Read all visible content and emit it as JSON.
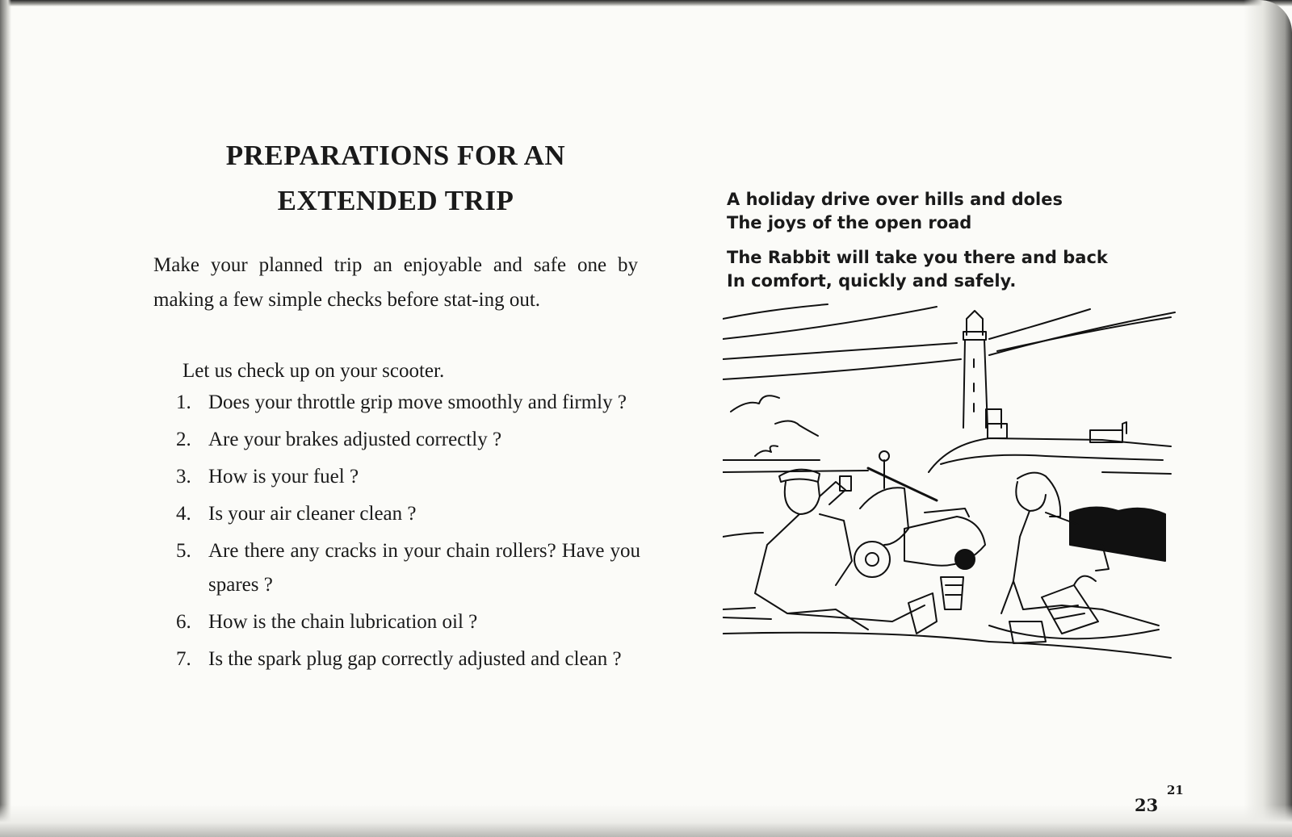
{
  "title": {
    "line1": "PREPARATIONS FOR AN",
    "line2": "EXTENDED TRIP"
  },
  "intro": "Make your planned trip an enjoyable and safe one by making a few simple checks before stat-ing out.",
  "lead": "Let us check up on your scooter.",
  "checklist": [
    {
      "num": "1.",
      "text": "Does your throttle grip move smoothly and firmly ?"
    },
    {
      "num": "2.",
      "text": "Are your brakes adjusted correctly ?"
    },
    {
      "num": "3.",
      "text": "How is your fuel ?"
    },
    {
      "num": "4.",
      "text": "Is your air cleaner clean ?"
    },
    {
      "num": "5.",
      "text": "Are there any cracks in your chain rollers? Have you spares ?"
    },
    {
      "num": "6.",
      "text": "How is the chain lubrication oil ?"
    },
    {
      "num": "7.",
      "text": "Is the spark plug gap correctly adjusted and clean ?"
    }
  ],
  "caption": {
    "line1": "A holiday drive over hills and doles",
    "line2": "The joys of the open road",
    "line3": "The Rabbit will take you there and back",
    "line4": "In comfort, quickly and safely."
  },
  "page_number": "23",
  "page_number_alt": "21"
}
